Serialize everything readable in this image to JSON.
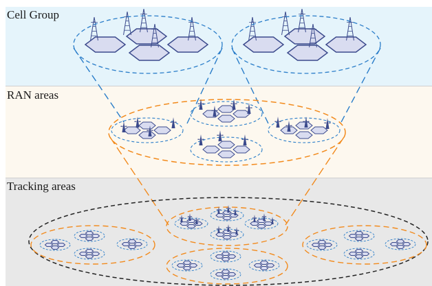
{
  "layers": [
    {
      "id": "cell",
      "label": "Cell Group",
      "bg": "#e5f4fb"
    },
    {
      "id": "ran",
      "label": "RAN areas",
      "bg": "#fdf8ef"
    },
    {
      "id": "ta",
      "label": "Tracking areas",
      "bg": "#e8e8e8"
    }
  ],
  "colors": {
    "hex_fill": "#d9dcf0",
    "hex_stroke": "#3b4a8c",
    "tower": "#3b4a8c",
    "cell_group_outline": "#2a7dc9",
    "ran_outline": "#f28a1c",
    "ta_outline": "#222222"
  }
}
